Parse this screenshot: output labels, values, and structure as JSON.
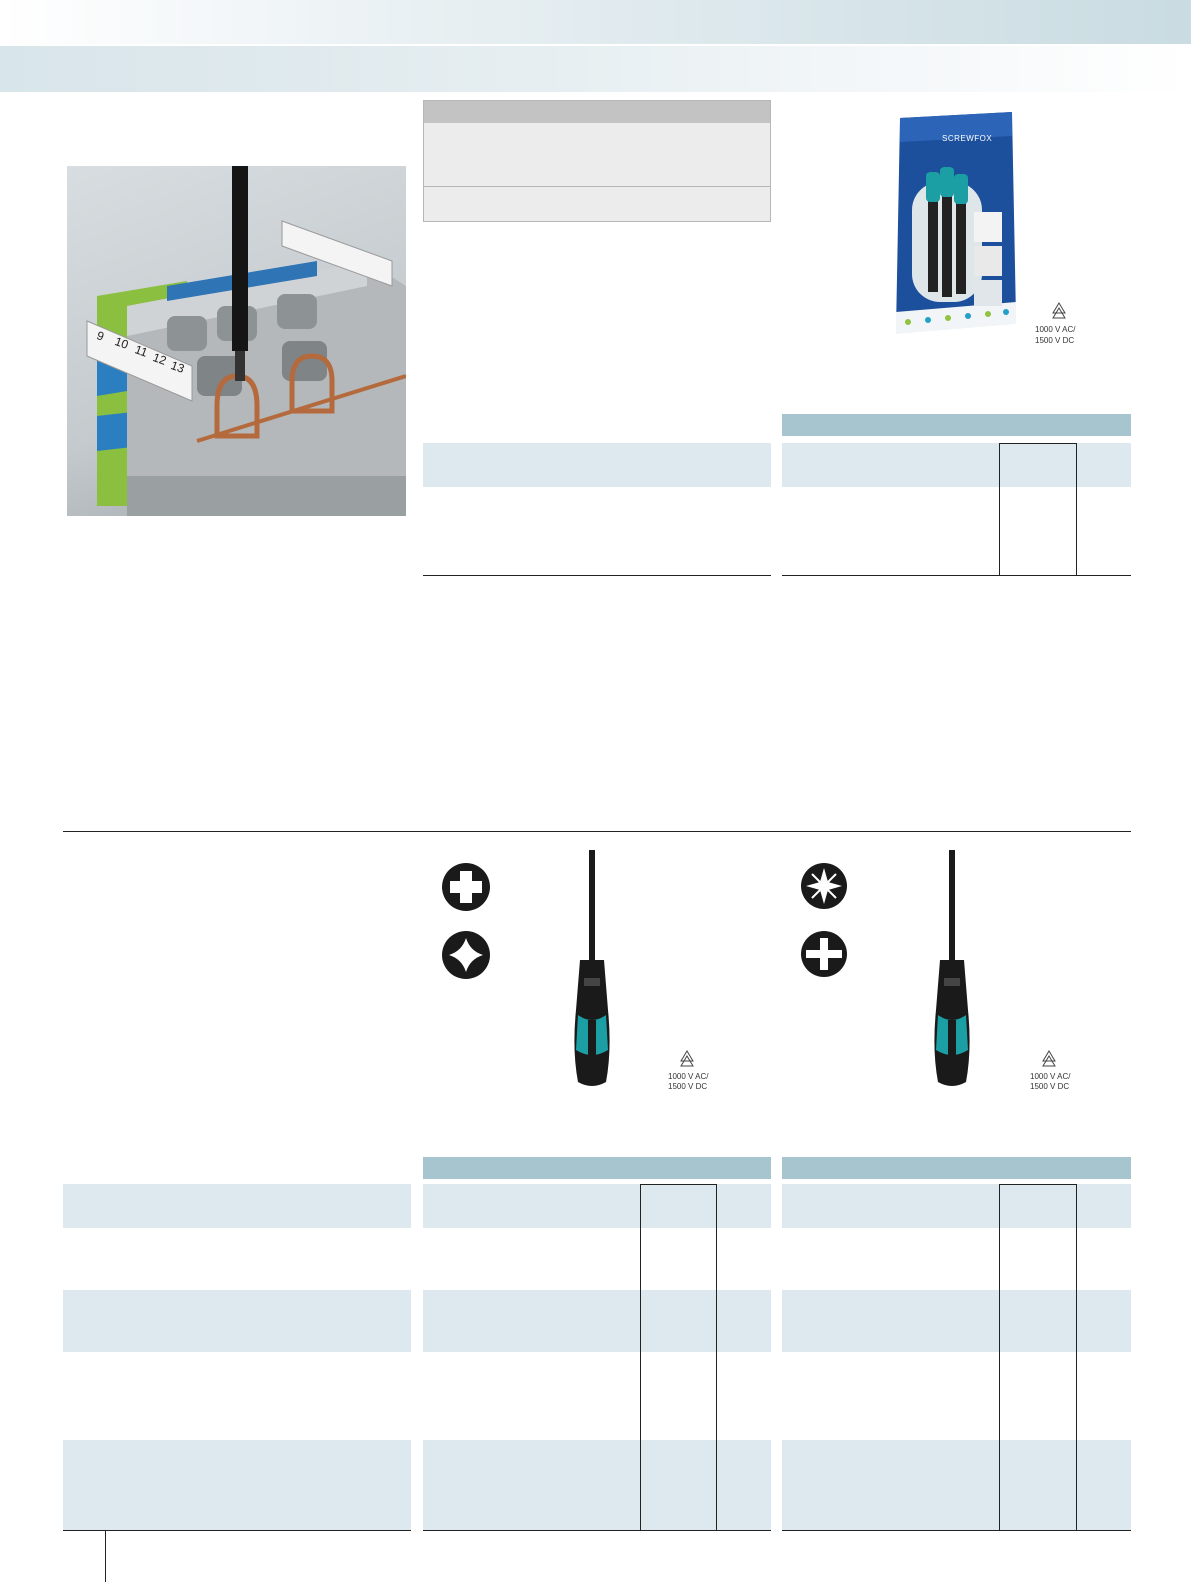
{
  "colors": {
    "header_blue": "#a7c5cf",
    "row_tint": "#dde9ee",
    "gray_header": "#c3c3c3",
    "gray_row": "#ececec",
    "handle_teal": "#1b9fa4"
  },
  "icons": {
    "philips": "philips-tip-icon",
    "pozidriv": "pozidriv-tip-icon",
    "phillips_alt": "phillips-alt-tip-icon",
    "slotted_cross": "slotted-cross-tip-icon",
    "vde_mark": "vde-triangle-icon"
  },
  "terminal_markers": [
    "9",
    "10",
    "11",
    "12",
    "13"
  ],
  "tool_set": {
    "box_brand": "SCREWFOX",
    "voltage_ac": "1000 V AC/",
    "voltage_dc": "1500 V DC"
  },
  "screwdriver_left": {
    "voltage_ac": "1000 V AC/",
    "voltage_dc": "1500 V DC"
  },
  "screwdriver_right": {
    "voltage_ac": "1000 V AC/",
    "voltage_dc": "1500 V DC"
  }
}
